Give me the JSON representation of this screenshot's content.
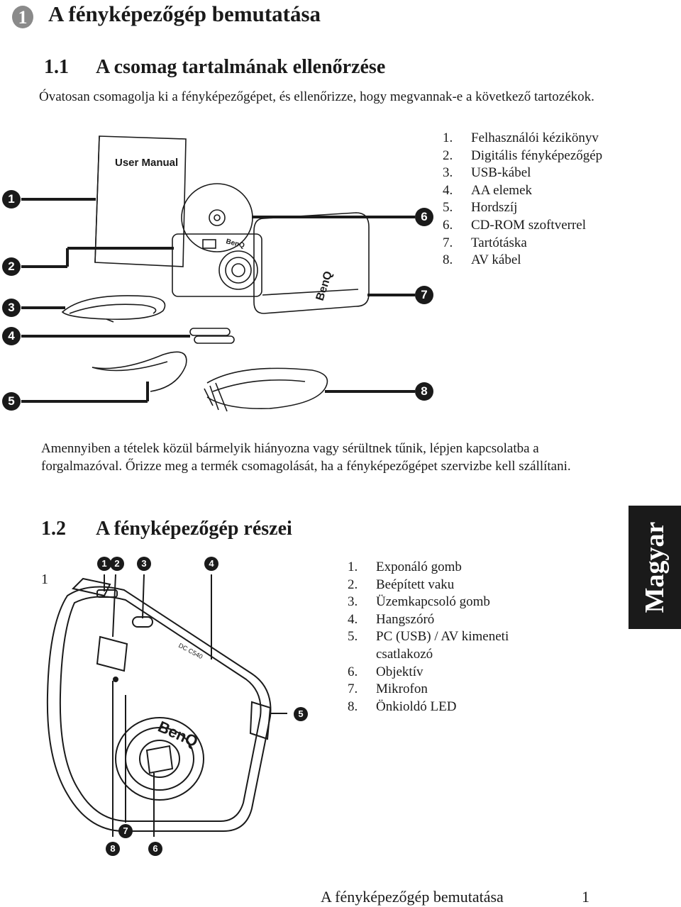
{
  "chapter": {
    "number": "1",
    "title": "A fényképezőgép bemutatása"
  },
  "section1": {
    "number": "1.1",
    "title": "A csomag tartalmának ellenőrzése",
    "intro": "Óvatosan csomagolja ki a fényképezőgépet, és ellenőrizze, hogy megvannak-e a következő tartozékok.",
    "items": [
      {
        "n": "1.",
        "label": "Felhasználói kézikönyv"
      },
      {
        "n": "2.",
        "label": "Digitális fényképezőgép"
      },
      {
        "n": "3.",
        "label": "USB-kábel"
      },
      {
        "n": "4.",
        "label": "AA elemek"
      },
      {
        "n": "5.",
        "label": "Hordszíj"
      },
      {
        "n": "6.",
        "label": "CD-ROM szoftverrel"
      },
      {
        "n": "7.",
        "label": "Tartótáska"
      },
      {
        "n": "8.",
        "label": "AV kábel"
      }
    ],
    "manual_cover_text": "User Manual",
    "brand": "BenQ",
    "note": "Amennyiben a tételek közül bármelyik hiányozna vagy sérültnek tűnik, lépjen kapcsolatba a forgalmazóval. Őrizze meg a termék csomagolását, ha a fényképezőgépet szervizbe kell szállítani."
  },
  "section2": {
    "number": "1.2",
    "title": "A fényképezőgép részei",
    "marker": "1",
    "items": [
      {
        "n": "1.",
        "label": "Exponáló gomb"
      },
      {
        "n": "2.",
        "label": "Beépített vaku"
      },
      {
        "n": "3.",
        "label": "Üzemkapcsoló gomb"
      },
      {
        "n": "4.",
        "label": "Hangszóró"
      },
      {
        "n": "5.",
        "label": "PC (USB) / AV kimeneti csatlakozó"
      },
      {
        "n": "6.",
        "label": "Objektív"
      },
      {
        "n": "7.",
        "label": "Mikrofon"
      },
      {
        "n": "8.",
        "label": "Önkioldó LED"
      }
    ],
    "camera_model_text": "DC C540",
    "callouts": [
      "1",
      "2",
      "3",
      "4",
      "5",
      "6",
      "7",
      "8"
    ]
  },
  "side_tab": "Magyar",
  "footer": {
    "title": "A fényképezőgép bemutatása",
    "page": "1"
  }
}
